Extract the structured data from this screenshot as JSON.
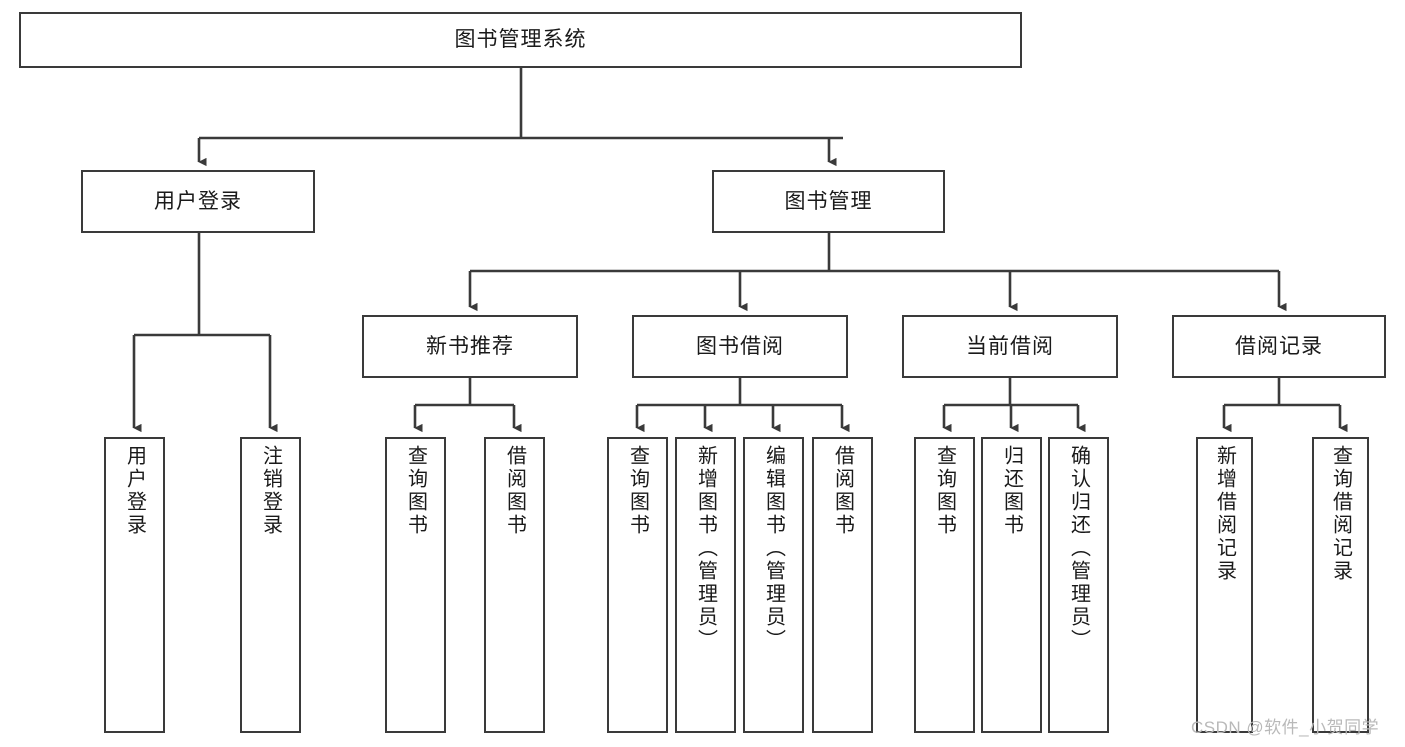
{
  "diagram": {
    "type": "tree-hierarchy-diagram",
    "title": "图书管理系统",
    "watermark": "CSDN @软件_小贺同学",
    "colors": {
      "border": "#3a3a3a",
      "background": "#ffffff",
      "text": "#1a1a1a",
      "watermark": "#b9b9b9"
    },
    "root": {
      "label": "图书管理系统"
    },
    "level2": [
      {
        "label": "用户登录"
      },
      {
        "label": "图书管理"
      }
    ],
    "level3": [
      {
        "label": "新书推荐"
      },
      {
        "label": "图书借阅"
      },
      {
        "label": "当前借阅"
      },
      {
        "label": "借阅记录"
      }
    ],
    "leaves": {
      "user_login": [
        {
          "label": "用户登录"
        },
        {
          "label": "注销登录"
        }
      ],
      "new_book_recommend": [
        {
          "label": "查询图书"
        },
        {
          "label": "借阅图书"
        }
      ],
      "book_borrow": [
        {
          "label": "查询图书"
        },
        {
          "label": "新增图书（管理员）"
        },
        {
          "label": "编辑图书（管理员）"
        },
        {
          "label": "借阅图书"
        }
      ],
      "current_borrow": [
        {
          "label": "查询图书"
        },
        {
          "label": "归还图书"
        },
        {
          "label": "确认归还（管理员）"
        }
      ],
      "borrow_record": [
        {
          "label": "新增借阅记录"
        },
        {
          "label": "查询借阅记录"
        }
      ]
    }
  }
}
